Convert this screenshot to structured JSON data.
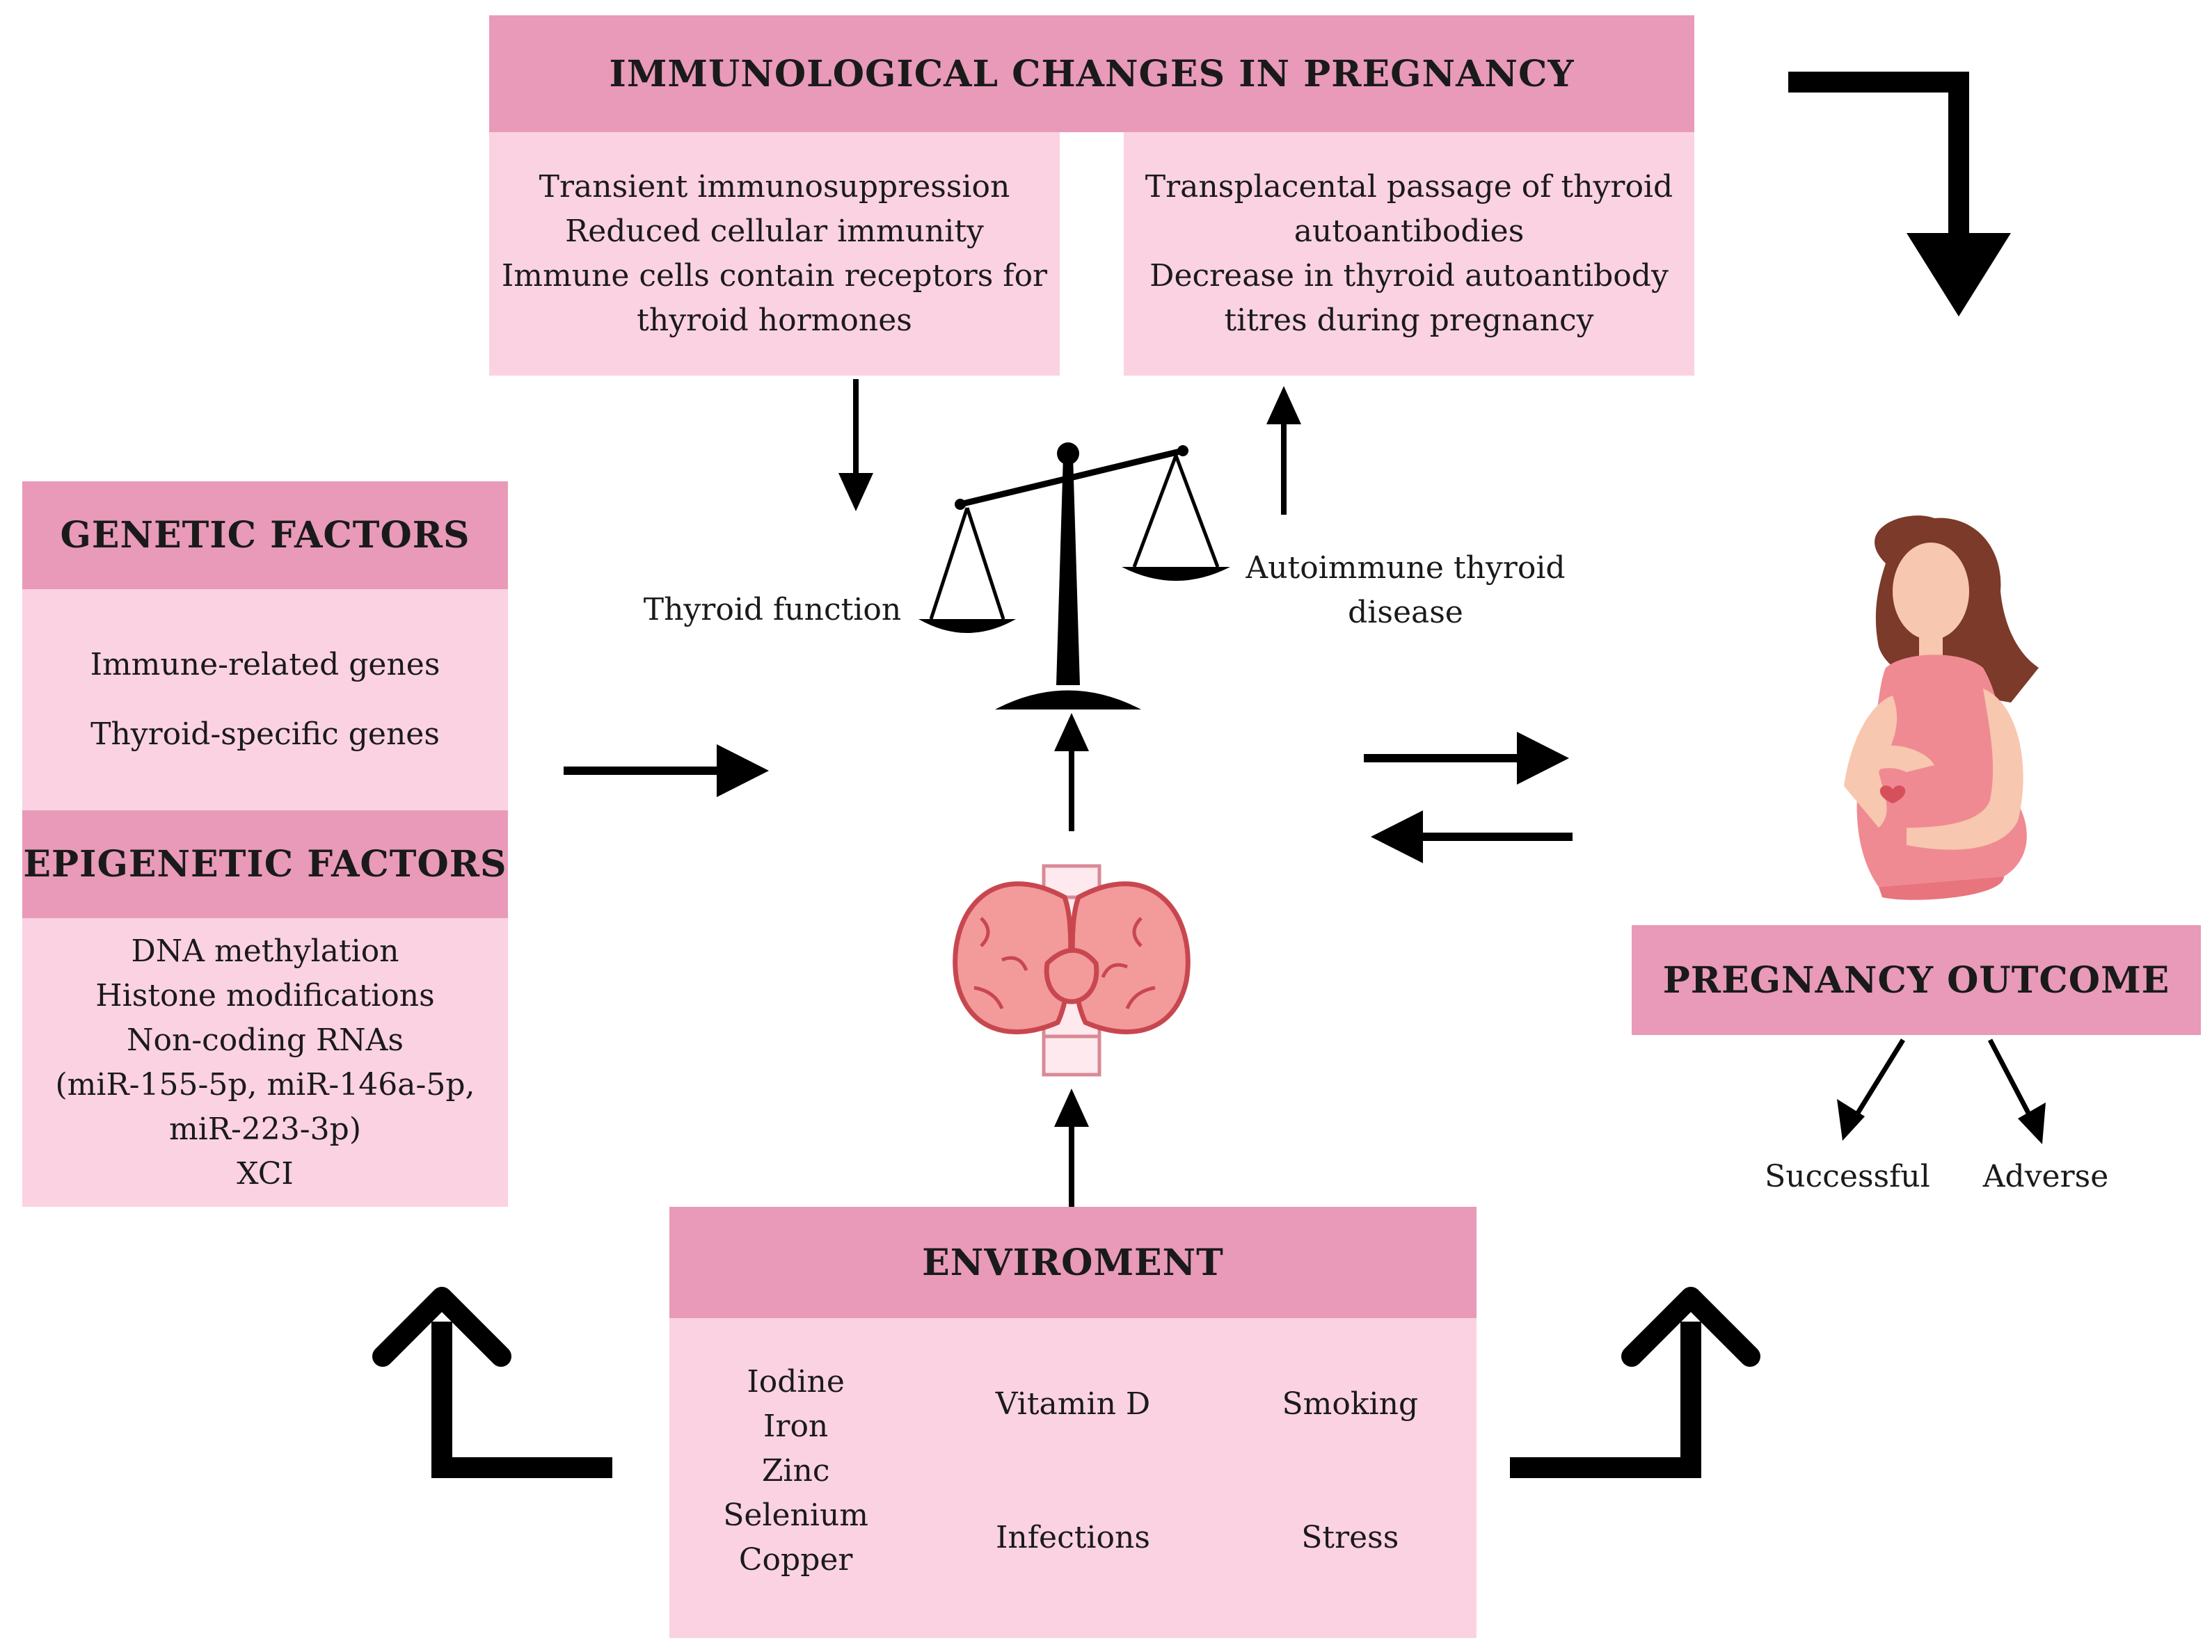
{
  "immunological": {
    "title": "IMMUNOLOGICAL CHANGES IN PREGNANCY",
    "left_lines": [
      "Transient immunosuppression",
      "Reduced cellular immunity",
      "Immune cells contain receptors for",
      "thyroid hormones"
    ],
    "right_lines": [
      "Transplacental passage of thyroid",
      "autoantibodies",
      "Decrease in thyroid autoantibody",
      "titres during pregnancy"
    ]
  },
  "genetic": {
    "title": "GENETIC FACTORS",
    "items": [
      "Immune-related genes",
      "Thyroid-specific genes"
    ]
  },
  "epigenetic": {
    "title": "EPIGENETIC FACTORS",
    "items": [
      "DNA methylation",
      "Histone modifications",
      "Non-coding RNAs",
      "(miR-155-5p, miR-146a-5p,",
      "miR-223-3p)",
      "XCI"
    ]
  },
  "balance": {
    "left_label": "Thyroid function",
    "right_label_lines": [
      "Autoimmune thyroid",
      "disease"
    ]
  },
  "outcome": {
    "title": "PREGNANCY OUTCOME",
    "successful": "Successful",
    "adverse": "Adverse"
  },
  "environment": {
    "title": "ENVIROMENT",
    "col1": [
      "Iodine",
      "Iron",
      "Zinc",
      "Selenium",
      "Copper"
    ],
    "col2": [
      "Vitamin D",
      "Infections"
    ],
    "col3": [
      "Smoking",
      "Stress"
    ]
  },
  "icons": [
    "balance-scale-icon",
    "thyroid-gland-icon",
    "pregnant-woman-icon"
  ],
  "colors": {
    "header_pink": "#e89ab8",
    "box_pink": "#fbd2e2",
    "arrow": "#000000"
  }
}
